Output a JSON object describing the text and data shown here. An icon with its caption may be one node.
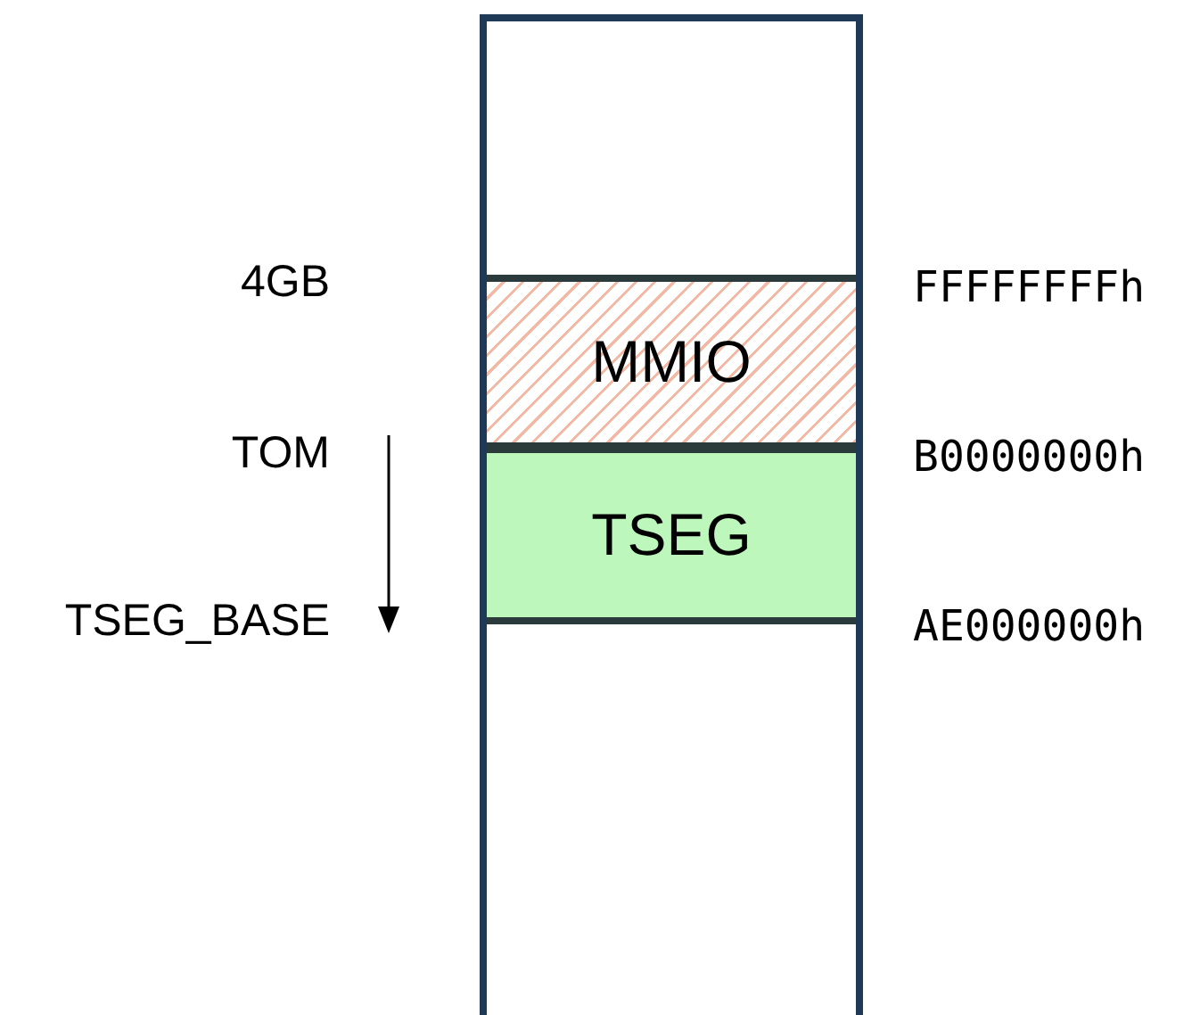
{
  "diagram": {
    "nodes": [
      {
        "text": [],
        "shape": "box"
      },
      {
        "text": [
          "MMIO"
        ],
        "in": 0
      },
      {
        "text": [
          "TSEG"
        ],
        "in": 0
      }
    ],
    "labels": [
      "4GB",
      "FFFFFFFFh",
      "TOM",
      "B0000000h",
      "TSEG_BASE",
      "AE000000h"
    ]
  }
}
